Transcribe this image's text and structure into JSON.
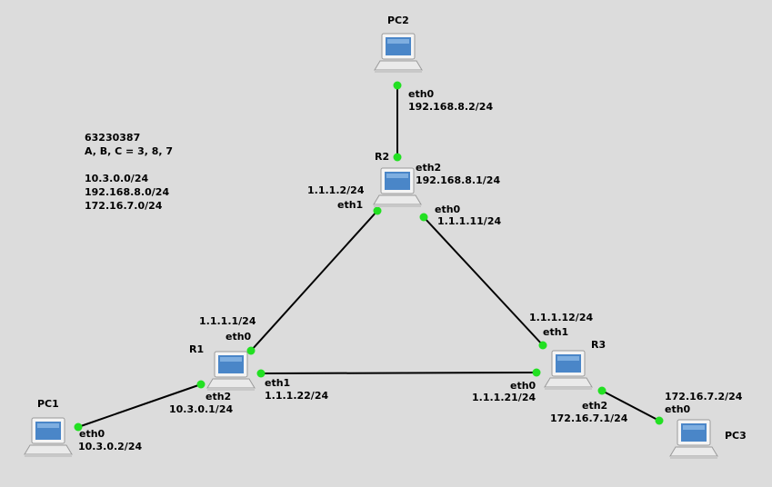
{
  "notes": [
    "63230387",
    "A, B, C = 3, 8, 7",
    "",
    "10.3.0.0/24",
    "192.168.8.0/24",
    "172.16.7.0/24"
  ],
  "nodes": {
    "pc2": "PC2",
    "r2": "R2",
    "r1": "R1",
    "r3": "R3",
    "pc1": "PC1",
    "pc3": "PC3"
  },
  "labels": {
    "pc2_eth0": "eth0",
    "pc2_eth0_ip": "192.168.8.2/24",
    "r2_eth2": "eth2",
    "r2_eth2_ip": "192.168.8.1/24",
    "r2_eth1_ip": "1.1.1.2/24",
    "r2_eth1": "eth1",
    "r2_eth0": "eth0",
    "r2_eth0_ip": "1.1.1.11/24",
    "r1_eth0_ip": "1.1.1.1/24",
    "r1_eth0": "eth0",
    "r1_eth2": "eth2",
    "r1_eth2_ip": "10.3.0.1/24",
    "r1_eth1": "eth1",
    "r1_eth1_ip": "1.1.1.22/24",
    "r3_eth1_ip": "1.1.1.12/24",
    "r3_eth1": "eth1",
    "r3_eth0": "eth0",
    "r3_eth0_ip": "1.1.1.21/24",
    "r3_eth2": "eth2",
    "r3_eth2_ip": "172.16.7.1/24",
    "pc1_eth0": "eth0",
    "pc1_eth0_ip": "10.3.0.2/24",
    "pc3_eth0_ip": "172.16.7.2/24",
    "pc3_eth0": "eth0"
  },
  "colors": {
    "background": "#dcdcdc",
    "link": "#000000",
    "port": "#22e022",
    "screen": "#4a86c8"
  }
}
